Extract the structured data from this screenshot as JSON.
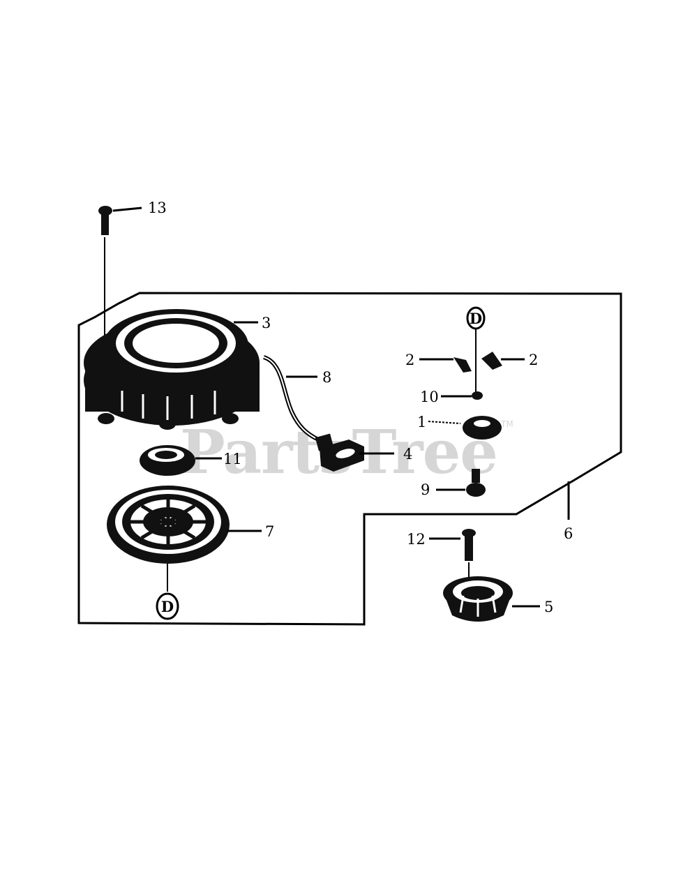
{
  "watermark": {
    "text": "PartsTree",
    "trademark": "TM"
  },
  "callouts": {
    "c1": "1",
    "c2_left": "2",
    "c2_right": "2",
    "c3": "3",
    "c4": "4",
    "c5": "5",
    "c6": "6",
    "c7": "7",
    "c8": "8",
    "c9": "9",
    "c10": "10",
    "c11": "11",
    "c12": "12",
    "c13": "13"
  },
  "reference_marks": {
    "top": "D",
    "bottom": "D"
  }
}
